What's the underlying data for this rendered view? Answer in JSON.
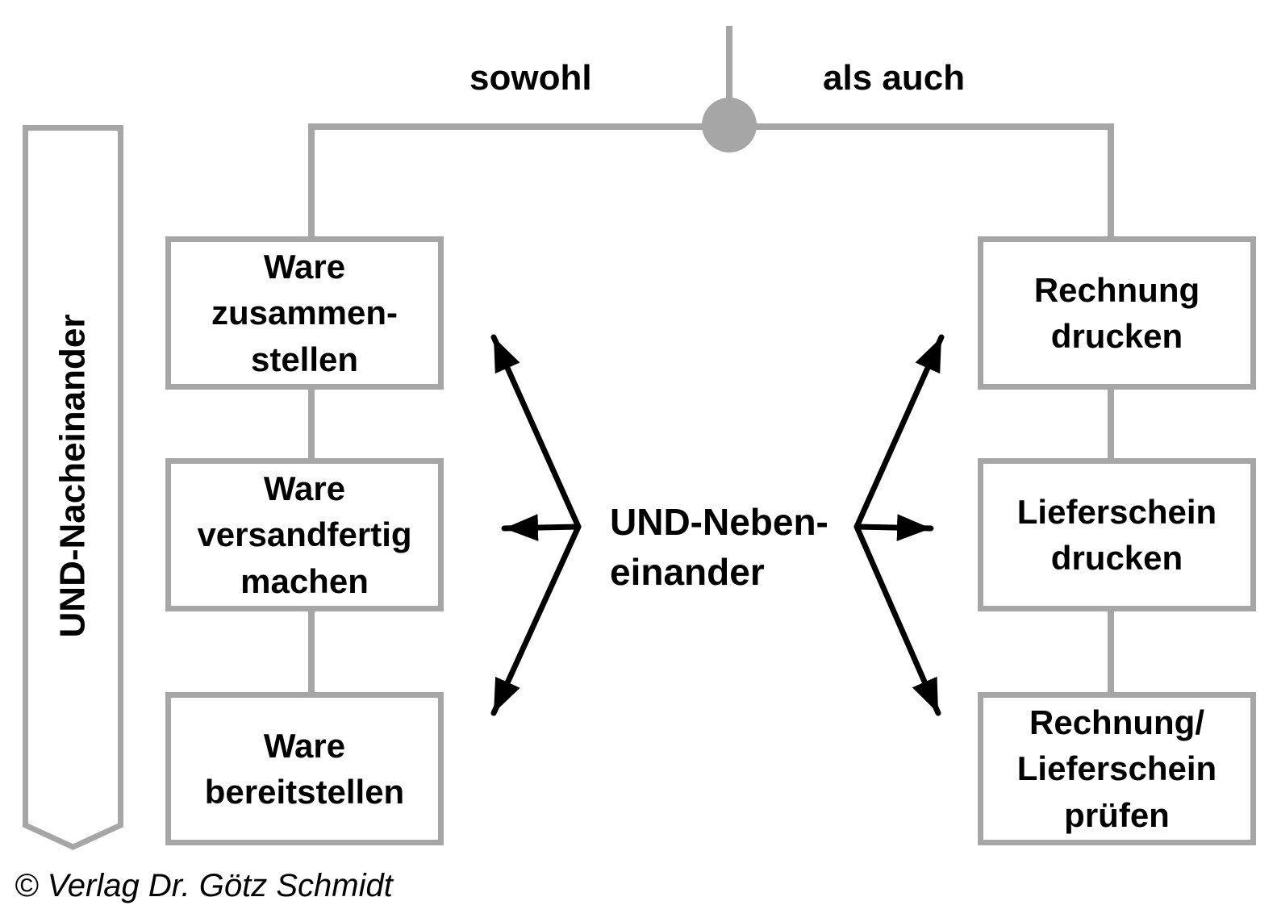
{
  "colors": {
    "connector_gray": "#a6a6a6",
    "arrow_black": "#000000",
    "background": "#ffffff",
    "box_fill": "#ffffff",
    "text": "#000000"
  },
  "header": {
    "left_label": "sowohl",
    "right_label": "als auch"
  },
  "left_branch": {
    "banner_label": "UND-Nacheinander",
    "boxes": [
      {
        "label": "Ware\nzusammen-\nstellen"
      },
      {
        "label": "Ware\nversandfertig\nmachen"
      },
      {
        "label": "Ware\nbereitstellen"
      }
    ]
  },
  "right_branch": {
    "boxes": [
      {
        "label": "Rechnung\ndrucken"
      },
      {
        "label": "Lieferschein\ndrucken"
      },
      {
        "label": "Rechnung/\nLieferschein\nprüfen"
      }
    ]
  },
  "center": {
    "label": "UND-Neben-\neinander"
  },
  "footer": {
    "copyright": "© Verlag Dr. Götz Schmidt"
  }
}
